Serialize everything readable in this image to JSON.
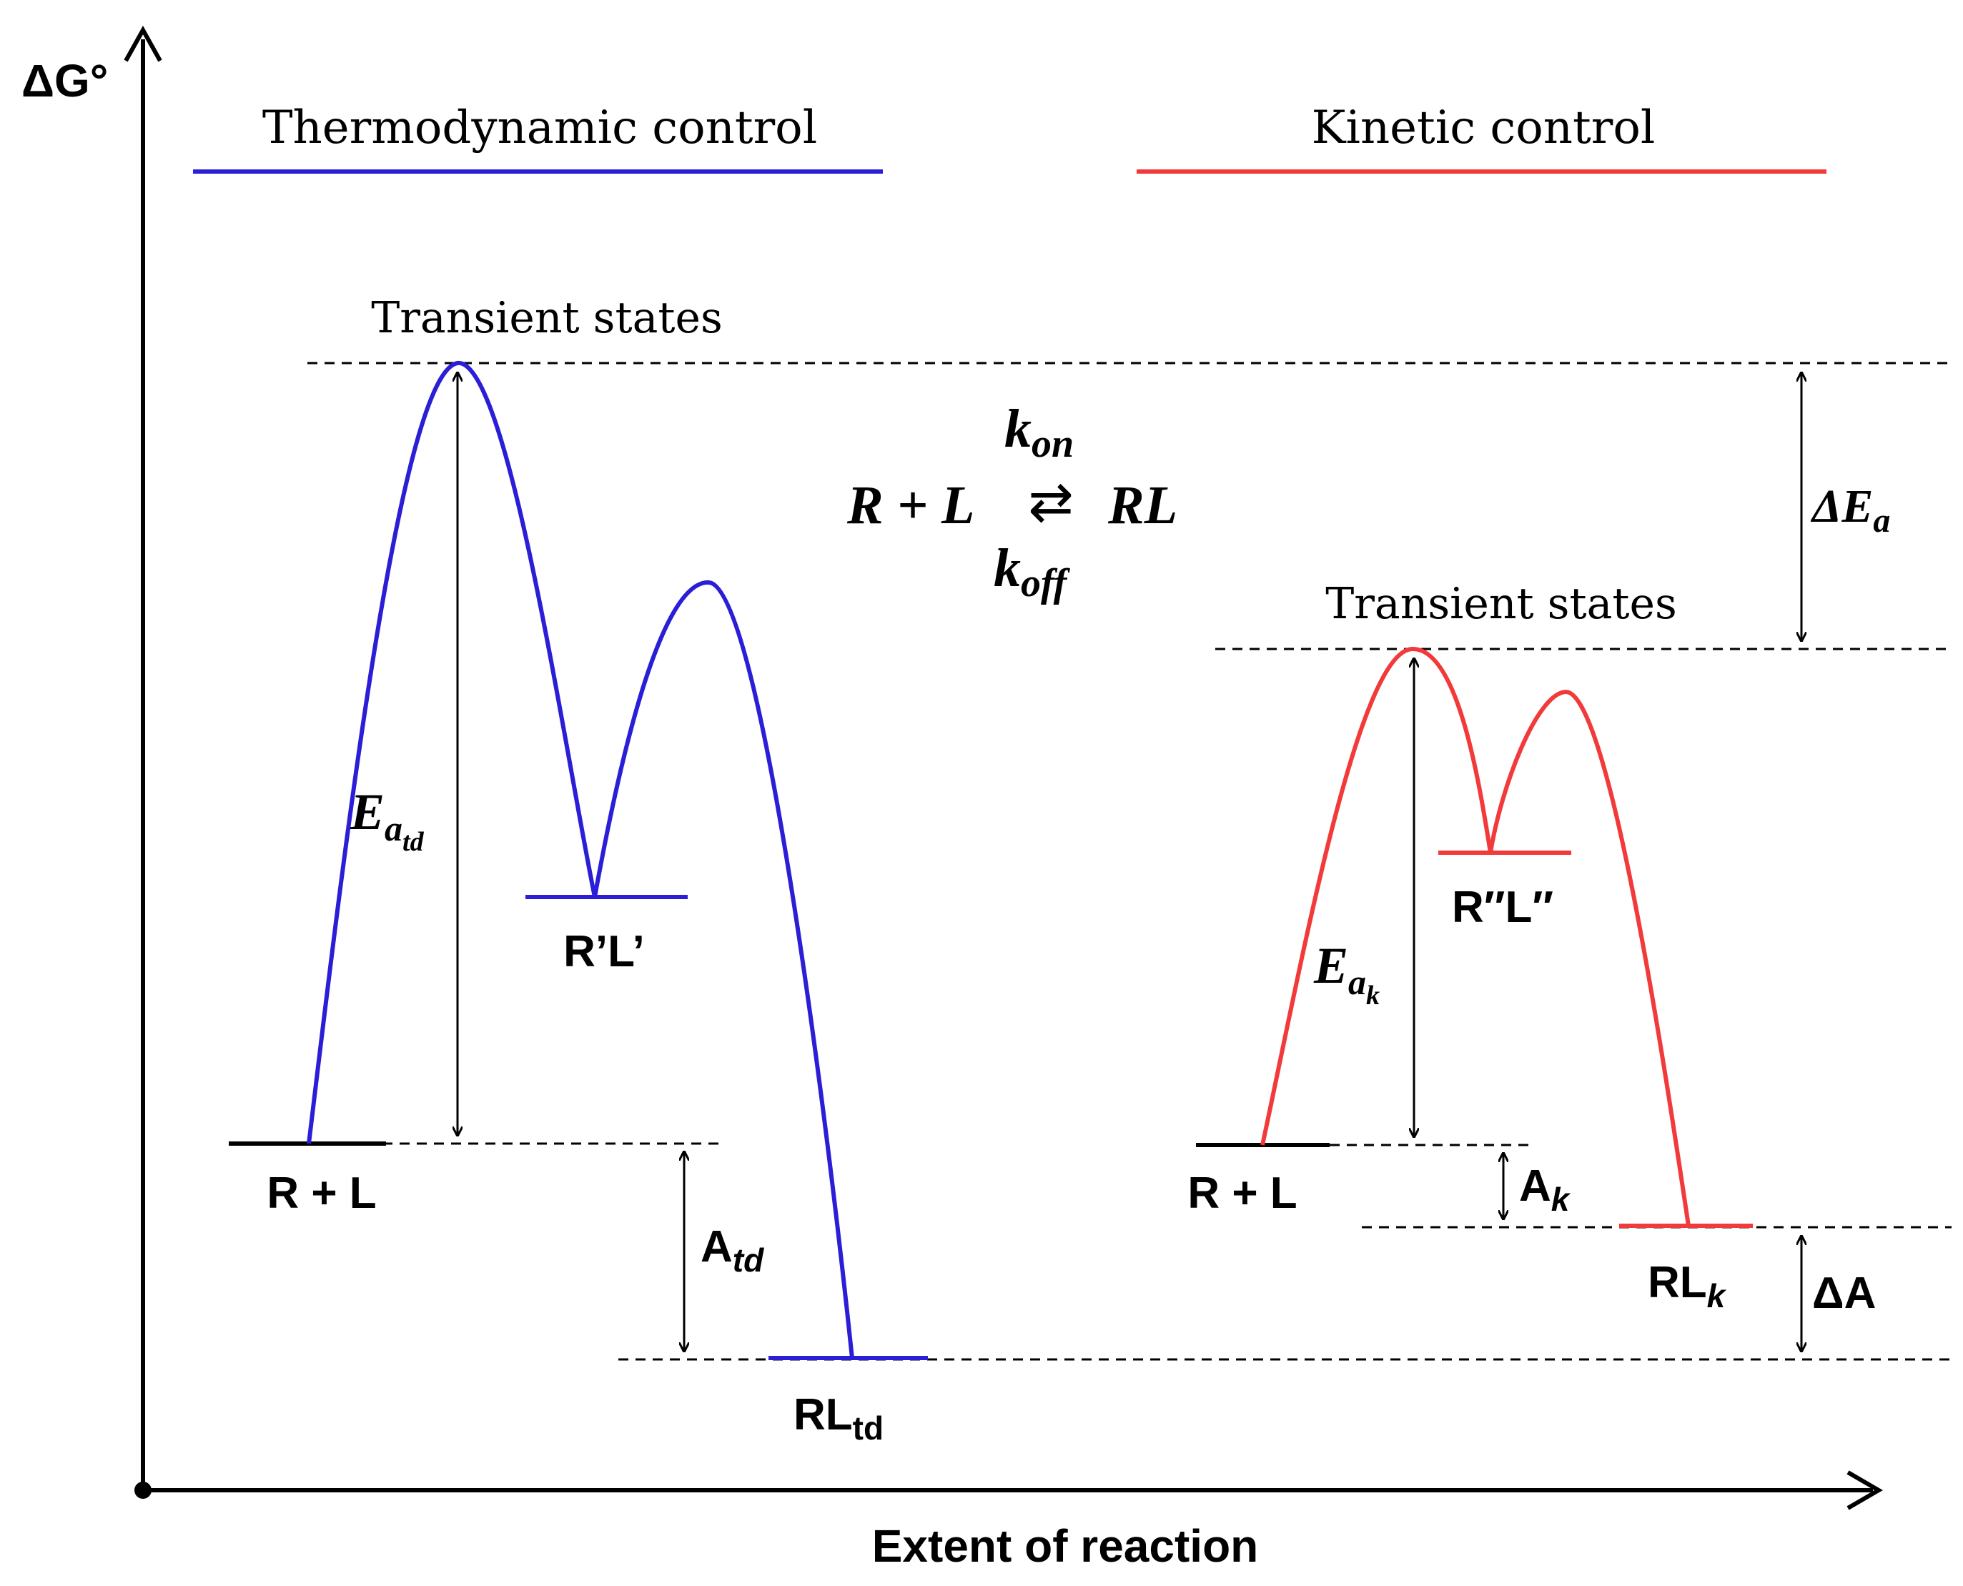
{
  "axes": {
    "y_label": "ΔG°",
    "x_label": "Extent of reaction"
  },
  "sections": {
    "thermo_title": "Thermodynamic control",
    "kinetic_title": "Kinetic control"
  },
  "equation": {
    "k_on": "k",
    "k_on_sub": "on",
    "lhs": "R + L",
    "arrows": "⇄",
    "rhs": "RL",
    "k_off": "k",
    "k_off_sub": "off"
  },
  "labels": {
    "transient_left": "Transient states",
    "transient_right": "Transient states",
    "rl_left": "R + L",
    "rl_right": "R + L",
    "intermediate_left": "R’L’",
    "intermediate_right": "R″L″",
    "product_td_main": "RL",
    "product_td_sub": "td",
    "product_k_main": "RL",
    "product_k_sub": "k",
    "ea_td_main": "E",
    "ea_td_sub1": "a",
    "ea_td_sub2": "td",
    "ea_k_main": "E",
    "ea_k_sub1": "a",
    "ea_k_sub2": "k",
    "a_td_main": "A",
    "a_td_sub": "td",
    "a_k_main": "A",
    "a_k_sub": "k",
    "delta_ea_main": "ΔE",
    "delta_ea_sub": "a",
    "delta_a": "ΔA"
  },
  "colors": {
    "thermodynamic": "#2a1fd6",
    "kinetic": "#f23a3a",
    "axis": "#000000"
  }
}
